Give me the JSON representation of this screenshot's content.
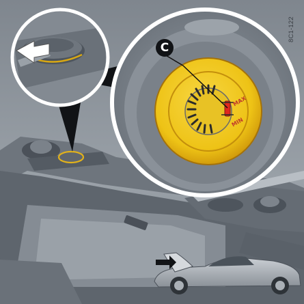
{
  "figure": {
    "id_label": "8C1-122",
    "callout_label": "C",
    "max_mark": "MAX",
    "min_mark": "MIN"
  },
  "icons": {
    "car": "car-with-open-front-hood-icon",
    "pointer": "black-arrow-icon",
    "cap": "oil-filler-cap-icon",
    "dipstick": "oil-level-indicator-icon"
  },
  "colors": {
    "cap_yellow": "#f2c414",
    "cap_yellow_dark": "#d79c0a",
    "oil_red": "#e0281e",
    "body_gray": "#8d949c",
    "dark_gray": "#3a4047"
  }
}
